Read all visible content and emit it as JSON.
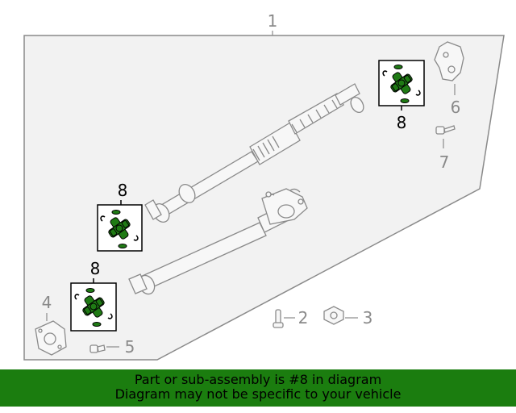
{
  "diagram": {
    "callouts": {
      "assembly": "1",
      "bolt_small": "2",
      "nut": "3",
      "flange": "4",
      "stud": "5",
      "bracket": "6",
      "bolt_bracket": "7",
      "ujoint_top": "8",
      "ujoint_mid": "8",
      "ujoint_bottom": "8"
    },
    "highlight_color": "#1f7a14",
    "line_color": "#8a8a8a"
  },
  "banner": {
    "line1": "Part or sub-assembly is #8 in diagram",
    "line2": "Diagram may not be specific to your vehicle",
    "background": "#1b7d0f"
  }
}
